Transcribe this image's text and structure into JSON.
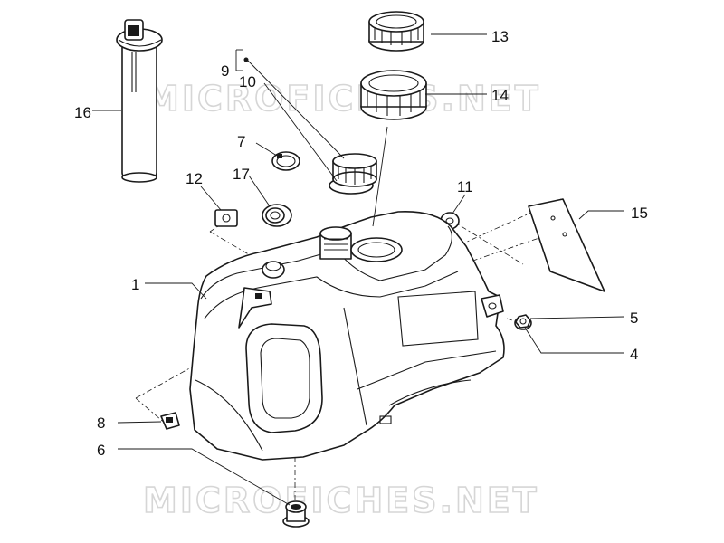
{
  "watermark": {
    "text": "MICROFICHES.NET"
  },
  "callouts": {
    "c1": "1",
    "c4": "4",
    "c5": "5",
    "c6": "6",
    "c7": "7",
    "c8": "8",
    "c9": "9",
    "c10": "10",
    "c11": "11",
    "c12": "12",
    "c13": "13",
    "c14": "14",
    "c15": "15",
    "c16": "16",
    "c17": "17"
  }
}
